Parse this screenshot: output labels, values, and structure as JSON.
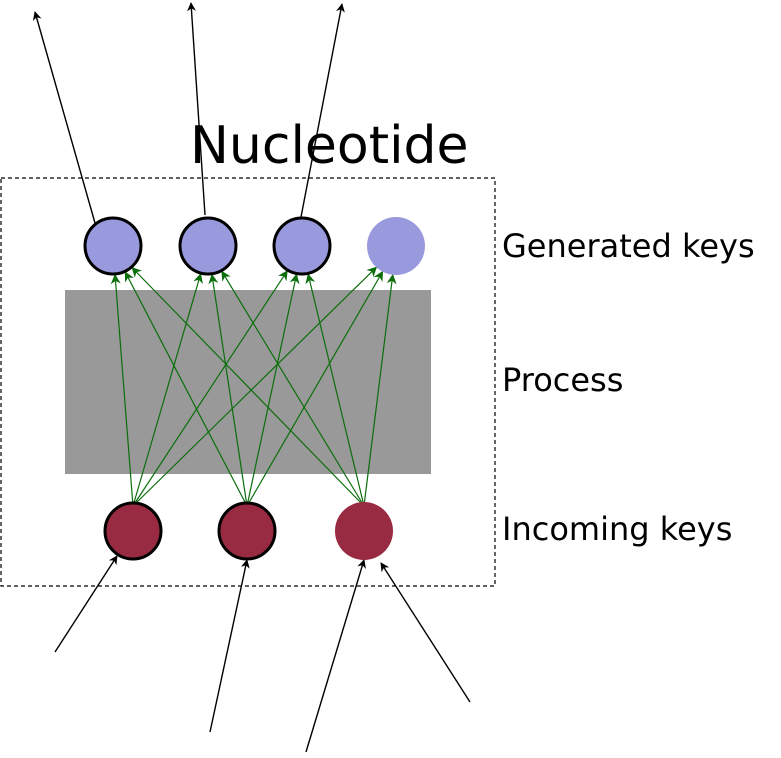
{
  "diagram": {
    "title": "Nucleotide",
    "layers": {
      "generated": "Generated keys",
      "process": "Process",
      "incoming": "Incoming keys"
    }
  },
  "colors": {
    "generated_key": "#9999dd",
    "incoming_key": "#982a41",
    "process_block": "#999999",
    "connection": "#0b6e0b",
    "arrow": "#000000",
    "boundary": "#000000"
  },
  "nodes": {
    "generated": [
      {
        "id": "g1",
        "outlined": true
      },
      {
        "id": "g2",
        "outlined": true
      },
      {
        "id": "g3",
        "outlined": true
      },
      {
        "id": "g4",
        "outlined": false
      }
    ],
    "incoming": [
      {
        "id": "i1",
        "outlined": true
      },
      {
        "id": "i2",
        "outlined": true
      },
      {
        "id": "i3",
        "outlined": false
      }
    ]
  }
}
